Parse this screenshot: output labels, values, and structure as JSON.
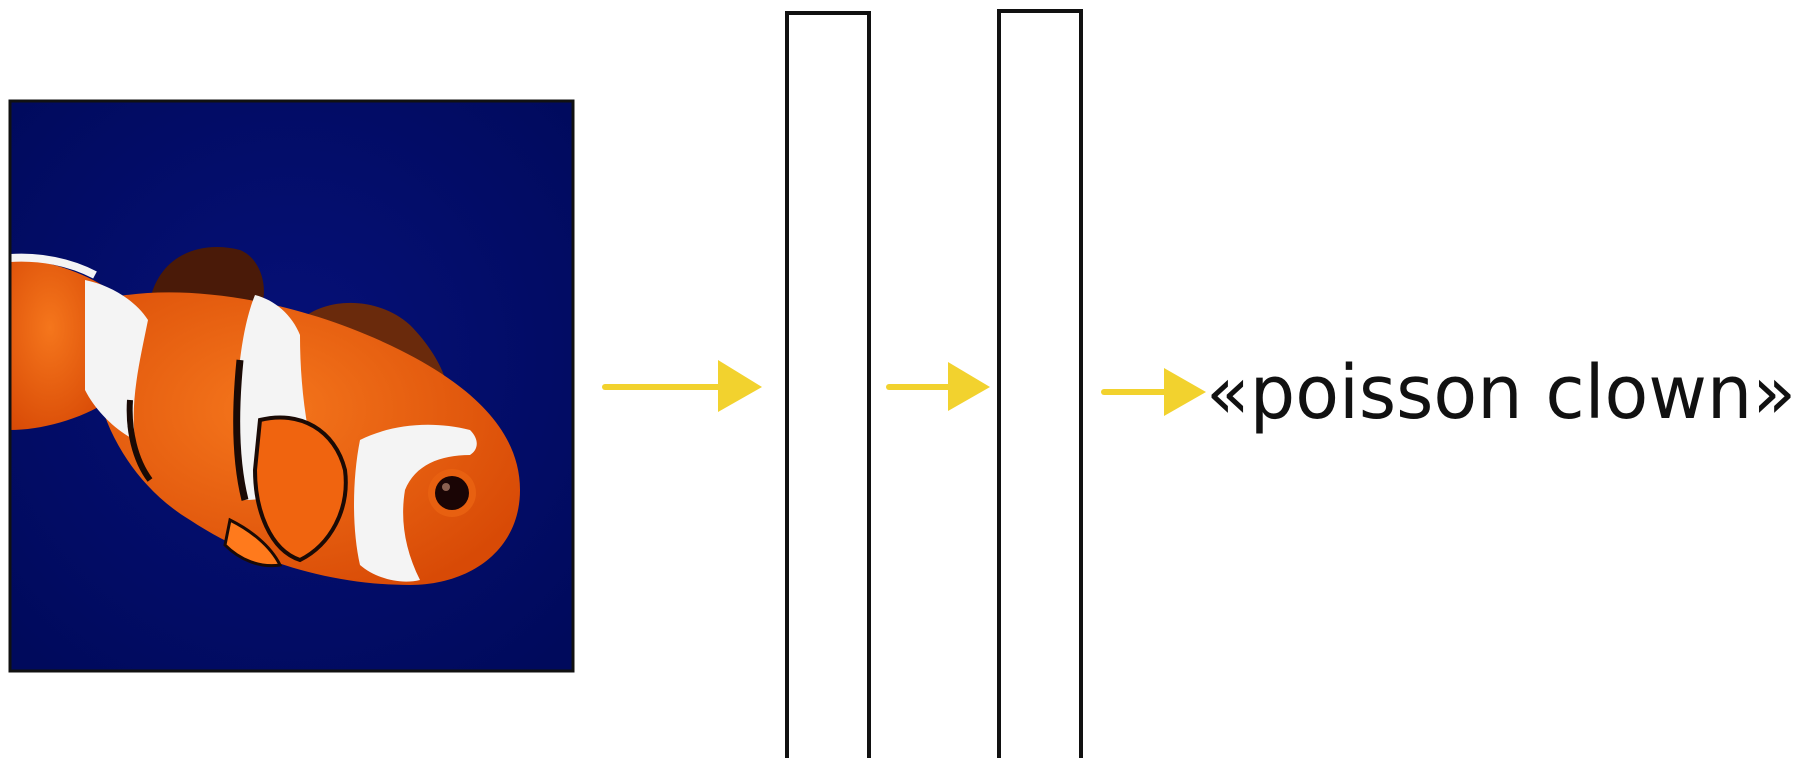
{
  "diagram": {
    "input": {
      "name": "clownfish-image",
      "background_color": "#000a5c",
      "fish_orange": "#e85a0c",
      "fish_white": "#f4f4f4",
      "fish_black": "#1a0a05"
    },
    "arrow_color": "#f2d22e",
    "layer_count": 2,
    "output_label": "«poisson clown»"
  }
}
